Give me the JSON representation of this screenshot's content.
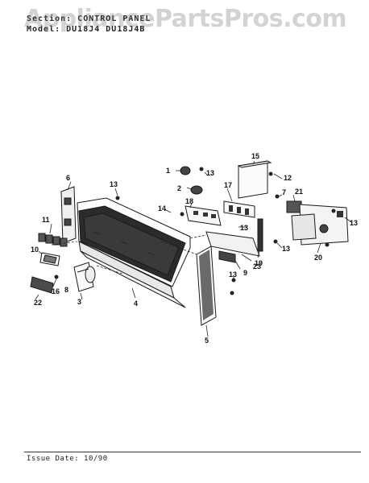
{
  "header": {
    "section_line": "Section: CONTROL PANEL",
    "model_line": "Model: DU18J4 DU18J4B"
  },
  "watermark": {
    "text": "AppliancePartsPros.com"
  },
  "footer": {
    "issue_date": "Issue Date: 10/90"
  },
  "callouts": [
    "1",
    "2",
    "3",
    "4",
    "5",
    "6",
    "7",
    "8",
    "9",
    "10",
    "11",
    "12",
    "13",
    "14",
    "15",
    "16",
    "17",
    "18",
    "19",
    "20",
    "21",
    "22",
    "23"
  ],
  "colors": {
    "ink": "#1a1a1a",
    "panel_dark": "#2b2b2b",
    "watermark": "#8a8a8a"
  }
}
